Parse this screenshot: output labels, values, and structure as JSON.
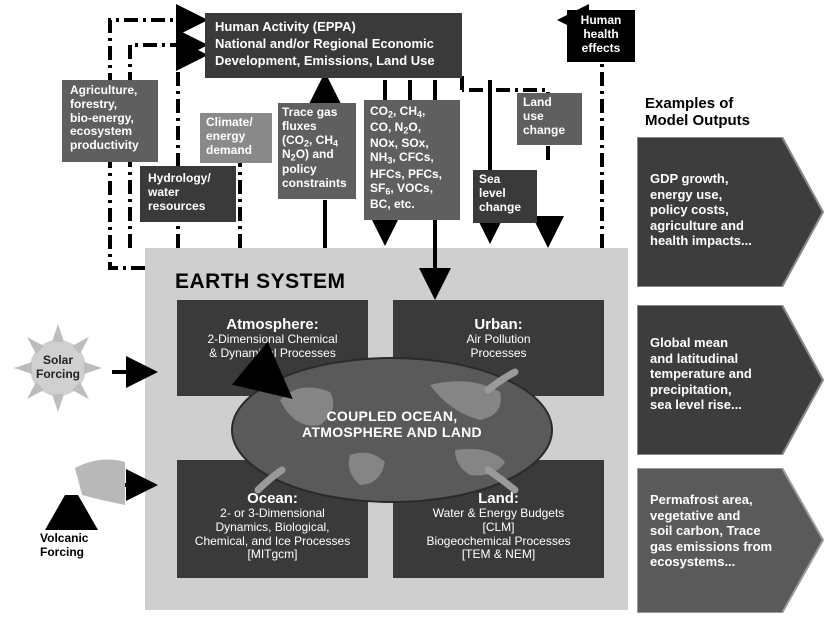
{
  "human_activity": {
    "title": "Human Activity (EPPA)",
    "line2": "National and/or Regional Economic",
    "line3": "Development, Emissions, Land Use"
  },
  "human_health": {
    "text": "Human\nhealth\neffects"
  },
  "agriculture": {
    "text": "Agriculture,\nforestry,\nbio-energy,\necosystem\nproductivity"
  },
  "climate_energy": {
    "text": "Climate/\nenergy\ndemand"
  },
  "hydrology": {
    "text": "Hydrology/\nwater\nresources"
  },
  "trace_gas": {
    "l1": "Trace gas",
    "l2": "fluxes",
    "co": "(CO",
    "co_sub": "2",
    "ch": ", CH",
    "ch_sub": "4",
    "n": "N",
    "n_sub": "2",
    "o_tail": "O) and",
    "l5": "policy",
    "l6": "constraints"
  },
  "emissions": {
    "co2": "CO",
    "co2_sub": "2",
    "ch4": ", CH",
    "ch4_sub": "4",
    "comma": ",",
    "co": "CO, N",
    "n2o_sub": "2",
    "o": "O,",
    "nox": "NOx, SOx,",
    "nh": "NH",
    "nh_sub": "3",
    "cfcs": ", CFCs,",
    "hfcs": "HFCs, PFCs,",
    "sf": "SF",
    "sf_sub": "6",
    "vocs": ", VOCs,",
    "bc": "BC, etc."
  },
  "sea_level": {
    "text": "Sea\nlevel\nchange"
  },
  "land_use": {
    "text": "Land\nuse\nchange"
  },
  "outputs_heading": {
    "text": "Examples of\nModel Outputs"
  },
  "outputs": [
    {
      "text": "GDP growth,\nenergy use,\npolicy costs,\nagriculture and\nhealth impacts..."
    },
    {
      "text": "Global mean\nand latitudinal\ntemperature and\nprecipitation,\nsea level rise..."
    },
    {
      "text": "Permafrost area,\nvegetative and\nsoil carbon, Trace\ngas emissions from\necosystems..."
    }
  ],
  "earth_system": {
    "title": "EARTH SYSTEM"
  },
  "atmosphere": {
    "title": "Atmosphere:",
    "text": "2-Dimensional Chemical\n& Dynamical Processes"
  },
  "urban": {
    "title": "Urban:",
    "text": "Air Pollution\nProcesses"
  },
  "ocean": {
    "title": "Ocean:",
    "text": "2- or 3-Dimensional\nDynamics, Biological,\nChemical, and Ice Processes\n[MITgcm]"
  },
  "land": {
    "title": "Land:",
    "text": "Water & Energy Budgets\n[CLM]\nBiogeochemical Processes\n[TEM & NEM]"
  },
  "coupled": {
    "text": "COUPLED OCEAN,\nATMOSPHERE AND LAND"
  },
  "solar": {
    "text": "Solar\nForcing"
  },
  "volcanic": {
    "text": "Volcanic\nForcing"
  }
}
